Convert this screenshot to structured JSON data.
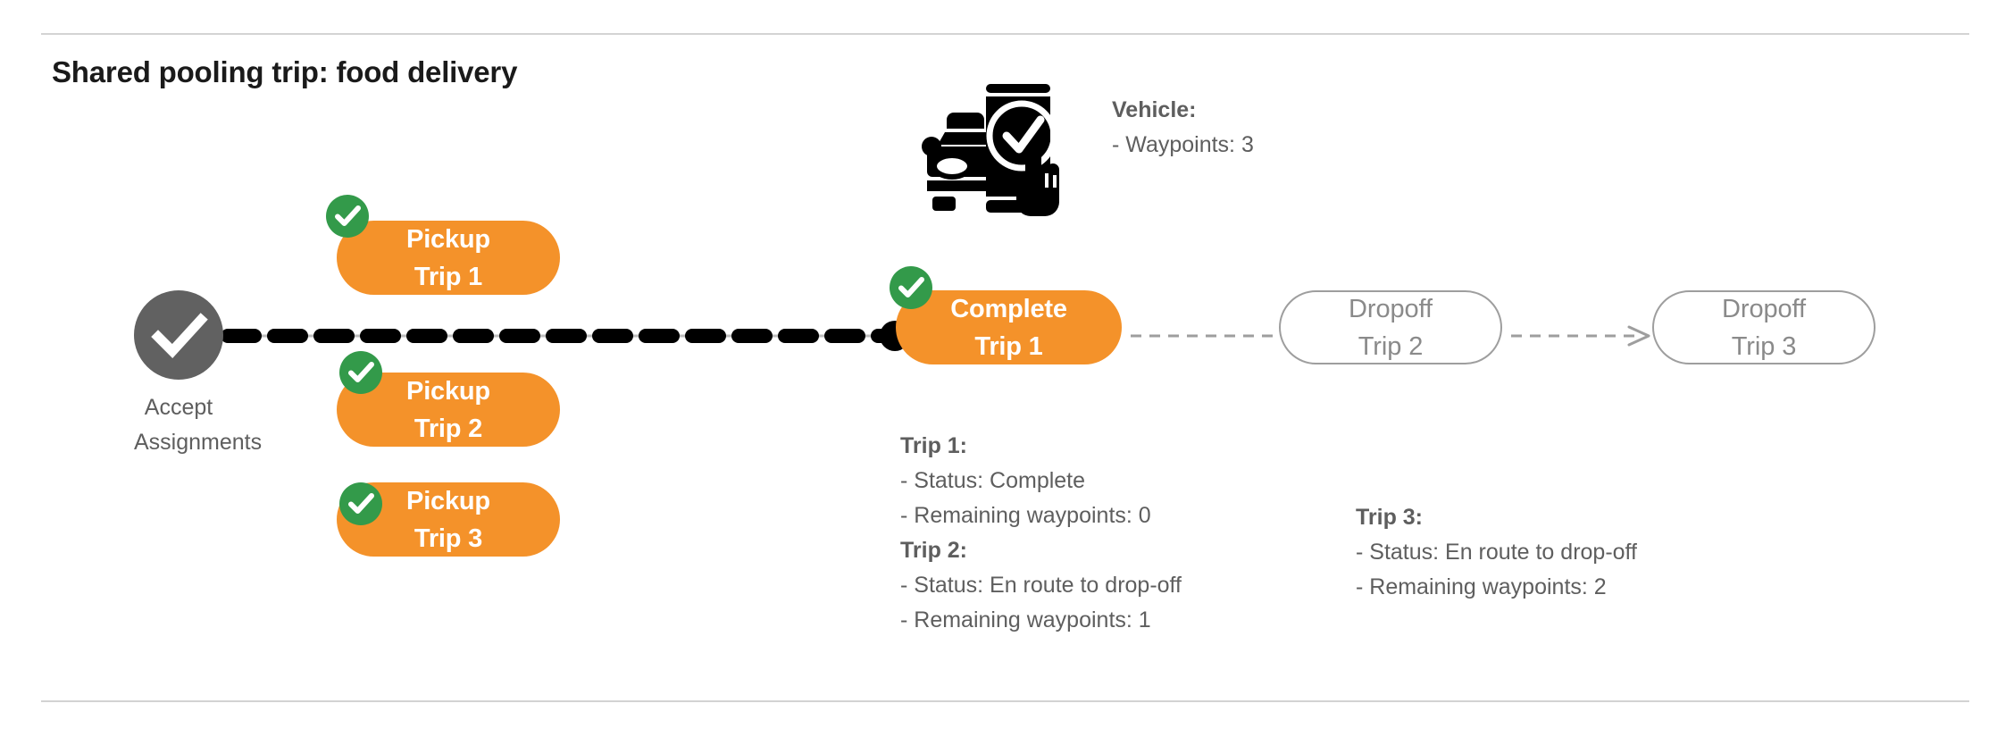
{
  "title": "Shared pooling trip: food delivery",
  "colors": {
    "orange": "#f4922a",
    "green": "#339a4a",
    "gray_node": "#616161",
    "gray_text": "#5e5e5e",
    "outline": "#9e9e9e",
    "rule": "#d3d3d3",
    "black": "#000000",
    "white": "#ffffff"
  },
  "accept_node": {
    "icon": "check-circle-icon",
    "label_line1": "Accept",
    "label_line2": "Assignments"
  },
  "vehicle": {
    "icon": "vehicle-phone-check-icon",
    "heading": "Vehicle:",
    "detail": "- Waypoints: 3"
  },
  "nodes": {
    "pickups": [
      {
        "line1": "Pickup",
        "line2": "Trip 1",
        "badge": "check-badge-icon",
        "state": "done"
      },
      {
        "line1": "Pickup",
        "line2": "Trip 2",
        "badge": "check-badge-icon",
        "state": "done"
      },
      {
        "line1": "Pickup",
        "line2": "Trip 3",
        "badge": "check-badge-icon",
        "state": "done"
      }
    ],
    "complete": {
      "line1": "Complete",
      "line2": "Trip 1",
      "badge": "check-badge-icon",
      "state": "done"
    },
    "dropoffs": [
      {
        "line1": "Dropoff",
        "line2": "Trip 2",
        "state": "pending"
      },
      {
        "line1": "Dropoff",
        "line2": "Trip 3",
        "state": "pending"
      }
    ]
  },
  "trips": [
    {
      "heading": "Trip 1:",
      "status_line": "- Status:  Complete",
      "waypoints_line": "- Remaining waypoints: 0"
    },
    {
      "heading": "Trip 2:",
      "status_line": "- Status:  En route to drop-off",
      "waypoints_line": "- Remaining waypoints: 1"
    },
    {
      "heading": "Trip 3:",
      "status_line": "- Status:  En route to drop-off",
      "waypoints_line": "- Remaining waypoints: 2"
    }
  ]
}
